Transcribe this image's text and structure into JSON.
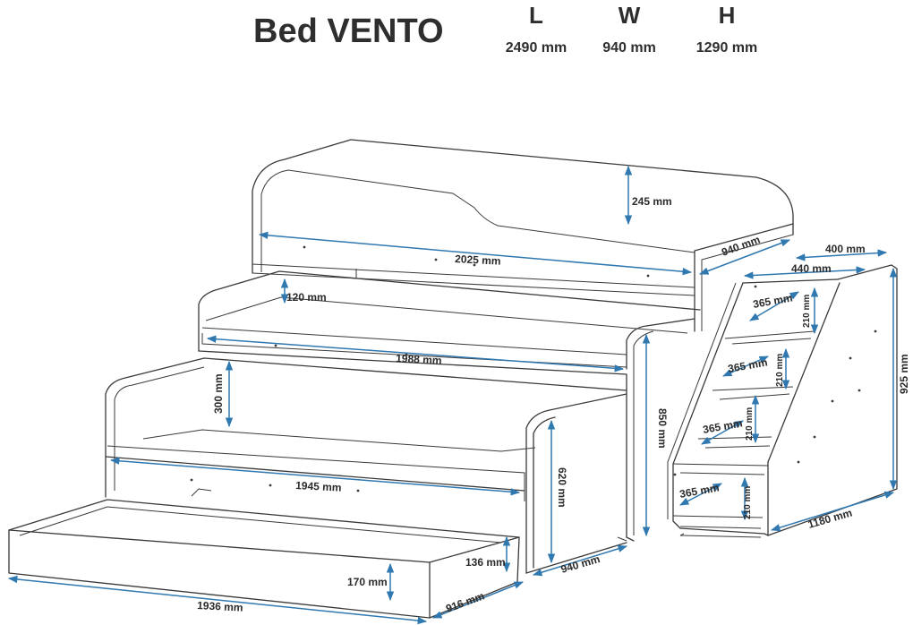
{
  "title": "Bed VENTO",
  "overall": [
    {
      "label": "L",
      "value": "2490 mm"
    },
    {
      "label": "W",
      "value": "940 mm"
    },
    {
      "label": "H",
      "value": "1290 mm"
    }
  ],
  "measurements": {
    "headboard_height": "245 mm",
    "top_length": "2025 mm",
    "top_width": "940 mm",
    "stairs_depth_top": "400 mm",
    "stairs_width": "440 mm",
    "step1": "365 mm",
    "step1_rise": "210 mm",
    "stairs_height": "925 mm",
    "middle_rail": "120 mm",
    "middle_length": "1988 mm",
    "step2": "365 mm",
    "step2_rise": "210 mm",
    "lower_rail": "300 mm",
    "mid_height": "850 mm",
    "step3": "365 mm",
    "step3_rise": "210 mm",
    "lower_length": "1945 mm",
    "lower_height": "620 mm",
    "step4": "365 mm",
    "step4_rise": "210 mm",
    "stairs_length": "1180 mm",
    "drawer_depth": "136 mm",
    "drawer_height": "170 mm",
    "lower_width": "940 mm",
    "drawer_length": "1936 mm",
    "drawer_width": "916 mm"
  },
  "colors": {
    "outline": "#3a3a3a",
    "dimension": "#2f78b0",
    "text": "#2b2b2b"
  }
}
